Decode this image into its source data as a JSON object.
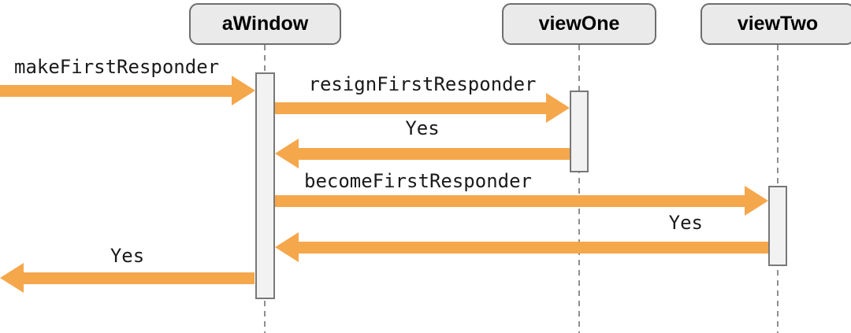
{
  "diagram": {
    "type": "sequence",
    "actors": [
      {
        "id": "aWindow",
        "label": "aWindow"
      },
      {
        "id": "viewOne",
        "label": "viewOne"
      },
      {
        "id": "viewTwo",
        "label": "viewTwo"
      }
    ],
    "messages": [
      {
        "index": 0,
        "label": "makeFirstResponder",
        "from": "external",
        "to": "aWindow",
        "direction": "right"
      },
      {
        "index": 1,
        "label": "resignFirstResponder",
        "from": "aWindow",
        "to": "viewOne",
        "direction": "right"
      },
      {
        "index": 2,
        "label": "Yes",
        "from": "viewOne",
        "to": "aWindow",
        "direction": "left"
      },
      {
        "index": 3,
        "label": "becomeFirstResponder",
        "from": "aWindow",
        "to": "viewTwo",
        "direction": "right"
      },
      {
        "index": 4,
        "label": "Yes",
        "from": "viewTwo",
        "to": "aWindow",
        "direction": "left"
      },
      {
        "index": 5,
        "label": "Yes",
        "from": "aWindow",
        "to": "external",
        "direction": "left"
      }
    ],
    "colors": {
      "arrow": "#F5A74B",
      "actor_fill": "#EAEAEA",
      "actor_border": "#6E6E6E",
      "activation_fill": "#F2F2F2",
      "activation_border": "#787878",
      "lifeline": "#8E8E8E",
      "label_text": "#1A1A1A",
      "background": "#FFFFFF"
    }
  }
}
